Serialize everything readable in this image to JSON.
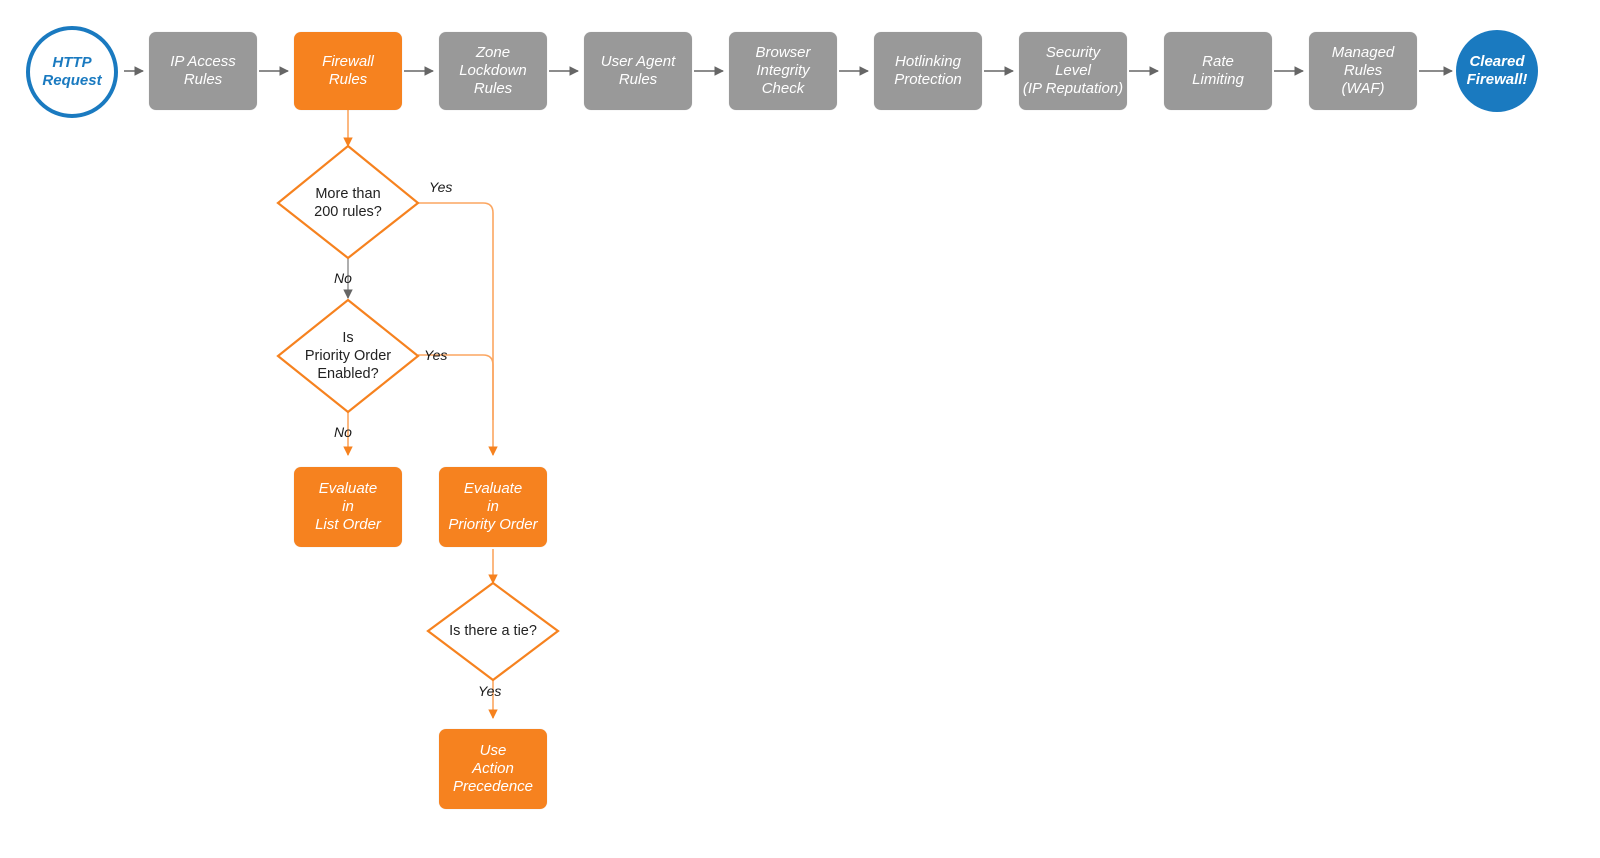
{
  "diagram": {
    "title": "Cloudflare firewall rules evaluation order flowchart",
    "colors": {
      "accent_orange": "#f6821f",
      "edge_orange": "#fba661",
      "node_gray": "#999999",
      "edge_gray": "#666666",
      "brand_blue": "#1a7ac0",
      "background": "#ffffff",
      "text_dark": "#1a1a1a"
    },
    "pipeline": [
      {
        "id": "http-request",
        "type": "terminal-start",
        "label": "HTTP\nRequest"
      },
      {
        "id": "ip-access-rules",
        "type": "process-gray",
        "label": "IP Access\nRules"
      },
      {
        "id": "firewall-rules",
        "type": "process-accent",
        "label": "Firewall\nRules"
      },
      {
        "id": "zone-lockdown-rules",
        "type": "process-gray",
        "label": "Zone\nLockdown\nRules"
      },
      {
        "id": "user-agent-rules",
        "type": "process-gray",
        "label": "User Agent\nRules"
      },
      {
        "id": "browser-integrity-check",
        "type": "process-gray",
        "label": "Browser\nIntegrity\nCheck"
      },
      {
        "id": "hotlinking-protection",
        "type": "process-gray",
        "label": "Hotlinking\nProtection"
      },
      {
        "id": "security-level",
        "type": "process-gray",
        "label": "Security\nLevel\n(IP Reputation)"
      },
      {
        "id": "rate-limiting",
        "type": "process-gray",
        "label": "Rate\nLimiting"
      },
      {
        "id": "managed-rules-waf",
        "type": "process-gray",
        "label": "Managed\nRules\n(WAF)"
      },
      {
        "id": "cleared-firewall",
        "type": "terminal-end",
        "label": "Cleared\nFirewall!"
      }
    ],
    "decisions": [
      {
        "id": "more-than-200-rules",
        "label": "More than\n200 rules?"
      },
      {
        "id": "is-priority-order-enabled",
        "label": "Is\nPriority Order\nEnabled?"
      },
      {
        "id": "is-there-a-tie",
        "label": "Is there a tie?"
      }
    ],
    "outcomes": [
      {
        "id": "evaluate-in-list-order",
        "label": "Evaluate\nin\nList Order"
      },
      {
        "id": "evaluate-in-priority-order",
        "label": "Evaluate\nin\nPriority Order"
      },
      {
        "id": "use-action-precedence",
        "label": "Use\nAction\nPrecedence"
      }
    ],
    "edge_labels": [
      {
        "id": "yes-more-than-200",
        "text": "Yes"
      },
      {
        "id": "no-more-than-200",
        "text": "No"
      },
      {
        "id": "yes-priority-order",
        "text": "Yes"
      },
      {
        "id": "no-priority-order",
        "text": "No"
      },
      {
        "id": "yes-is-there-a-tie",
        "text": "Yes"
      }
    ]
  }
}
